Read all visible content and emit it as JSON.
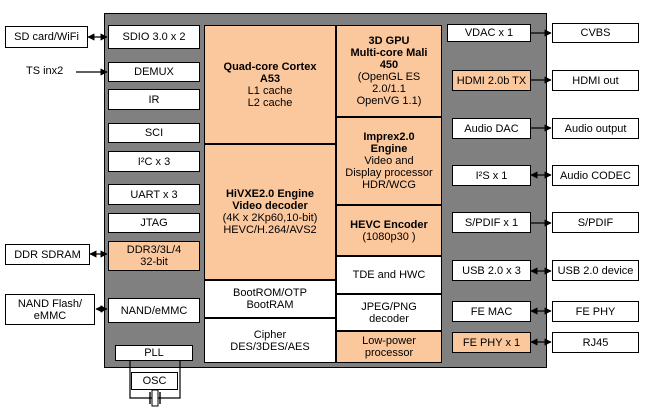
{
  "external_left": {
    "sd_wifi": "SD card/WiFi",
    "ts_in": "TS inx2",
    "ddr_sdram": "DDR SDRAM",
    "nand_line1": "NAND Flash/",
    "nand_line2": "eMMC",
    "osc": "OSC"
  },
  "left_column": {
    "sdio": "SDIO 3.0 x 2",
    "demux": "DEMUX",
    "ir": "IR",
    "sci": "SCI",
    "i2c": "I²C x 3",
    "uart": "UART x 3",
    "jtag": "JTAG",
    "ddr_line1": "DDR3/3L/4",
    "ddr_line2": "32-bit",
    "nand_emmc": "NAND/eMMC",
    "pll": "PLL"
  },
  "center": {
    "cpu_title1": "Quad-core Cortex",
    "cpu_title2": "A53",
    "cpu_l1": "L1 cache",
    "cpu_l2": "L2 cache",
    "video_title1": "HiVXE2.0 Engine",
    "video_title2": "Video decoder",
    "video_spec1": "(4K x 2Kp60,10-bit)",
    "video_spec2": "HEVC/H.264/AVS2",
    "bootrom1": "BootROM/OTP",
    "bootrom2": "BootRAM",
    "cipher1": "Cipher",
    "cipher2": "DES/3DES/AES",
    "gpu_title1": "3D GPU",
    "gpu_title2": "Multi-core Mali",
    "gpu_title3": "450",
    "gpu_spec1": "(OpenGL ES",
    "gpu_spec2": "2.0/1.1",
    "gpu_spec3": "OpenVG 1.1)",
    "imprex_title1": "Imprex2.0",
    "imprex_title2": "Engine",
    "imprex_spec1": "Video and",
    "imprex_spec2": "Display processor",
    "imprex_spec3": "HDR/WCG",
    "hevc_enc_title": "HEVC Encoder",
    "hevc_enc_spec": "(1080p30 )",
    "tde": "TDE and HWC",
    "jpeg1": "JPEG/PNG",
    "jpeg2": "decoder",
    "lowpower1": "Low-power",
    "lowpower2": "processor"
  },
  "right_column": {
    "vdac": "VDAC x 1",
    "hdmi_tx": "HDMI 2.0b TX",
    "audio_dac": "Audio DAC",
    "i2s": "I²S x 1",
    "spdif": "S/PDIF x 1",
    "usb": "USB 2.0 x 3",
    "fe_mac": "FE MAC",
    "fe_phy_int": "FE PHY x 1"
  },
  "external_right": {
    "cvbs": "CVBS",
    "hdmi_out": "HDMI out",
    "audio_out": "Audio output",
    "audio_codec": "Audio CODEC",
    "spdif": "S/PDIF",
    "usb_device": "USB 2.0 device",
    "fe_phy": "FE PHY",
    "rj45": "RJ45"
  },
  "colors": {
    "chip": "#808080",
    "highlight": "#fbc79d"
  }
}
